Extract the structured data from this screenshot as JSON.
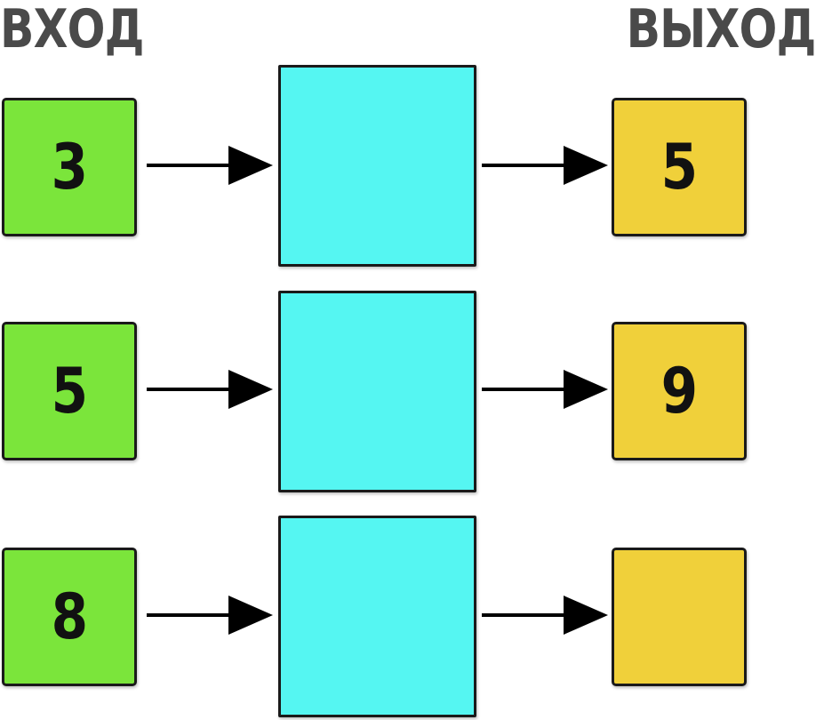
{
  "headers": {
    "input": "ВХОД",
    "output": "ВЫХОД"
  },
  "rows": [
    {
      "input": "3",
      "output": "5"
    },
    {
      "input": "5",
      "output": "9"
    },
    {
      "input": "8",
      "output": ""
    }
  ],
  "colors": {
    "input_box": "#7be53b",
    "middle_box": "#55f6f2",
    "output_box": "#f0d03a",
    "header_text": "#4a4a4a"
  },
  "icons": {
    "arrow": "arrow-right-icon"
  }
}
